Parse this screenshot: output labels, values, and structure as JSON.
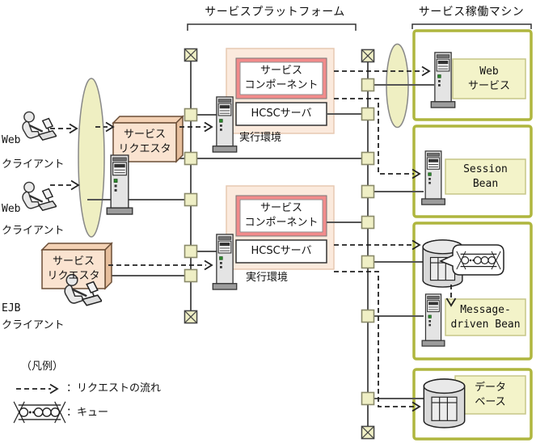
{
  "header": {
    "platform": "サービスプラットフォーム",
    "machines": "サービス稼働マシン"
  },
  "clients": {
    "web1": {
      "line1": "Web",
      "line2": "クライアント"
    },
    "web2": {
      "line1": "Web",
      "line2": "クライアント"
    },
    "ejb": {
      "line1": "EJB",
      "line2": "クライアント"
    }
  },
  "requesters": {
    "r1": {
      "line1": "サービス",
      "line2": "リクエスタ"
    },
    "r2": {
      "line1": "サービス",
      "line2": "リクエスタ"
    }
  },
  "environments": {
    "env1": {
      "component_line1": "サービス",
      "component_line2": "コンポーネント",
      "server": "HCSCサーバ",
      "caption": "実行環境"
    },
    "env2": {
      "component_line1": "サービス",
      "component_line2": "コンポーネント",
      "server": "HCSCサーバ",
      "caption": "実行環境"
    }
  },
  "machines": {
    "web_service": {
      "line1": "Web",
      "line2": "サービス"
    },
    "session_bean": {
      "line1": "Session",
      "line2": "Bean"
    },
    "mdb": {
      "line1": "Message-",
      "line2": "driven Bean"
    },
    "database": {
      "line1": "データ",
      "line2": "ベース"
    }
  },
  "legend": {
    "title": "（凡例）",
    "request_flow": "：リクエストの流れ",
    "queue": "：キュー"
  },
  "icons": {
    "client": "person-at-computer-icon",
    "server": "server-tower-icon",
    "database": "database-cylinder-icon",
    "queue": "queue-icon",
    "bus_terminator": "crossed-box-icon",
    "bus_connector": "connector-square-icon",
    "request_flow": "dashed-arrow-icon"
  },
  "colors": {
    "env_fill": "#FBEADD",
    "env_border": "#E7C9B2",
    "component_border": "#F28B8B",
    "machine_border": "#AFB63E",
    "label_fill": "#F3F3C9",
    "label_border": "#C6C687",
    "connector_fill": "#EFEFC5",
    "ellipse_fill": "#EFEFC2",
    "requester_front": "#FAE3D0",
    "requester_top": "#F3D1B4",
    "requester_side": "#E6BE9C",
    "line": "#555555",
    "flow": "#222222"
  }
}
